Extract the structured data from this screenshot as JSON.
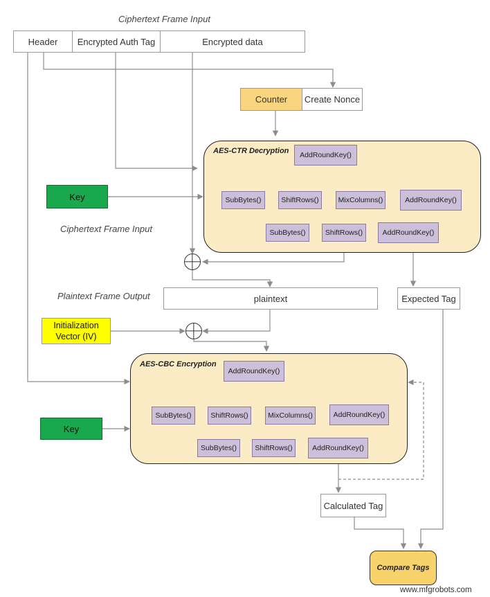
{
  "captions": {
    "ciphertext_input_top": "Ciphertext Frame Input",
    "ciphertext_input_mid": "Ciphertext Frame Input",
    "plaintext_output": "Plaintext Frame Output"
  },
  "frame": {
    "header": "Header",
    "auth_tag": "Encrypted Auth Tag",
    "data": "Encrypted data"
  },
  "nonce": {
    "counter": "Counter",
    "create": "Create Nonce"
  },
  "ctr": {
    "title": "AES-CTR Decryption",
    "initial": "AddRoundKey()",
    "round": [
      "SubBytes()",
      "ShiftRows()",
      "MixColumns()",
      "AddRoundKey()"
    ],
    "final": [
      "SubBytes()",
      "ShiftRows()",
      "AddRoundKey()"
    ]
  },
  "cbc": {
    "title": "AES-CBC Encryption",
    "initial": "AddRoundKey()",
    "round": [
      "SubBytes()",
      "ShiftRows()",
      "MixColumns()",
      "AddRoundKey()"
    ],
    "final": [
      "SubBytes()",
      "ShiftRows()",
      "AddRoundKey()"
    ]
  },
  "keys": {
    "ctr_key": "Key",
    "cbc_key": "Key"
  },
  "plaintext": "plaintext",
  "expected_tag": "Expected Tag",
  "iv": {
    "line1": "Initialization",
    "line2": "Vector (IV)"
  },
  "calculated_tag": "Calculated Tag",
  "compare_tags": "Compare Tags",
  "watermark": "www.mfgrobots.com",
  "colors": {
    "block_fill": "#fbecc6",
    "operation_fill": "#cbbfd9",
    "key_fill": "#1aa84f",
    "counter_fill": "#f8d57e",
    "iv_fill": "#ffff00",
    "compare_fill": "#f8d26a"
  }
}
